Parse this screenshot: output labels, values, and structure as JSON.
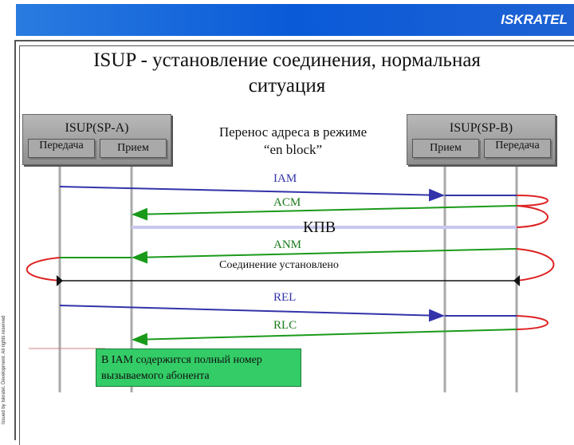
{
  "header": {
    "logo_text": "ISKRATEL",
    "bar_color": "#1560d8"
  },
  "title": {
    "line1": "ISUP - установление соединения, нормальная",
    "line2": "ситуация"
  },
  "sidebar_text": "Issued by Iskratel. Development. All rights reserved",
  "nodes": {
    "a": {
      "title": "ISUP(SP-A)",
      "send": "Передача",
      "recv": "Прием"
    },
    "b": {
      "title": "ISUP(SP-B)",
      "send": "Передача",
      "recv": "Прием"
    }
  },
  "center_note": {
    "line1": "Перенос адреса в режиме",
    "line2": "“en block”"
  },
  "messages": {
    "iam": "IAM",
    "acm": "ACM",
    "anm": "ANM",
    "rel": "REL",
    "rlc": "RLC"
  },
  "kpv_label": "КПВ",
  "connection_label": "Соединение установлено",
  "note": {
    "line1": "В IAM содержится полный номер",
    "line2": "вызываемого абонента",
    "color": "#33cc66"
  },
  "colors": {
    "forward": "#3333aa",
    "backward": "#1a9a1a",
    "loop": "#dd2222"
  }
}
